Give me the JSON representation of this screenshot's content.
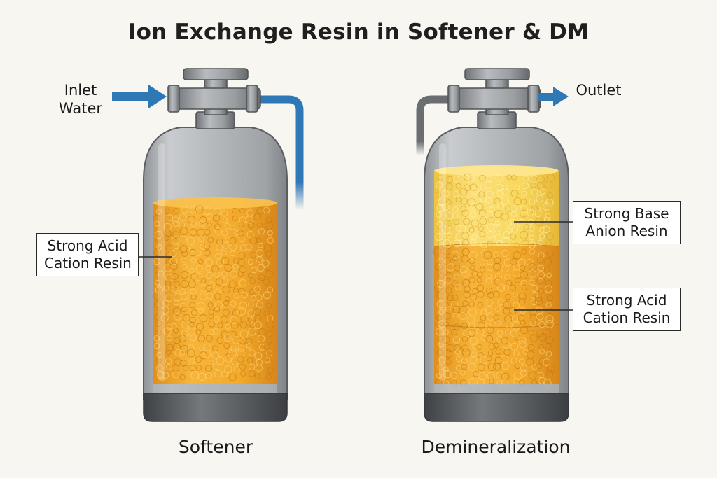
{
  "title": "Ion Exchange Resin in Softener & DM",
  "softener": {
    "caption": "Softener",
    "flow_label": [
      "Inlet",
      "Water"
    ],
    "resin_label": [
      "Strong Acid",
      "Cation Resin"
    ]
  },
  "dm": {
    "caption": "Demineralization",
    "flow_label": [
      "Outlet"
    ],
    "top_resin_label": [
      "Strong Base",
      "Anion Resin"
    ],
    "bottom_resin_label": [
      "Strong Acid",
      "Cation Resin"
    ]
  },
  "colors": {
    "background": "#f7f6f1",
    "vessel_gray": "#a9adb0",
    "vessel_dark": "#5f6366",
    "cation_resin": "#f0a62a",
    "anion_resin": "#f6d04f",
    "pipe_blue": "#2f78b6",
    "arrow_blue": "#2f78b6"
  },
  "icons": [
    "inlet-arrow-icon",
    "outlet-arrow-icon",
    "valve-icon"
  ]
}
